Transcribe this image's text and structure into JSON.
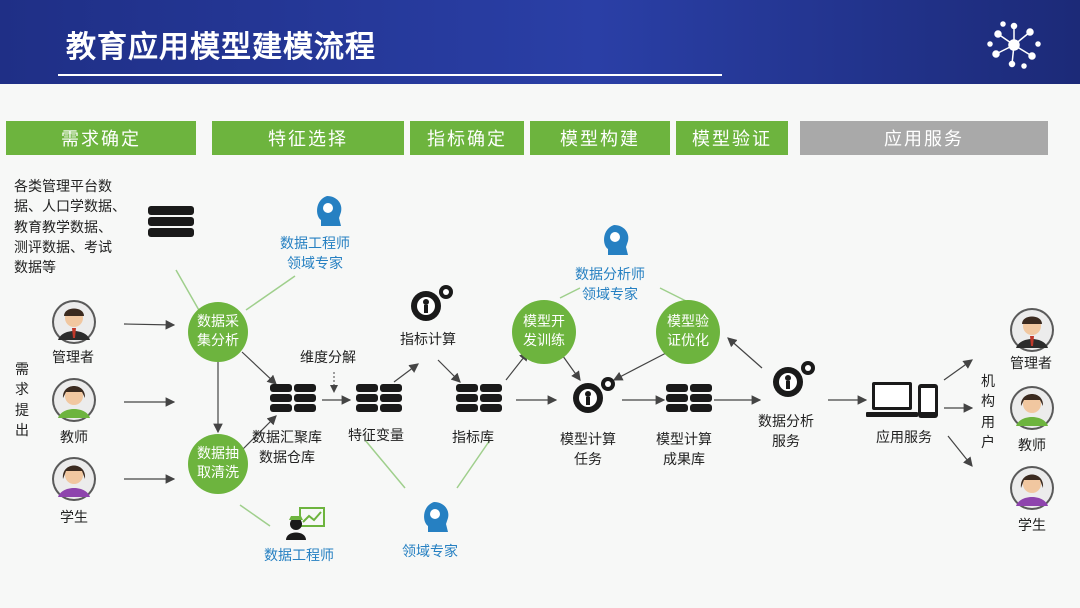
{
  "title": "教育应用模型建模流程",
  "stages": [
    "需求确定",
    "特征选择",
    "指标确定",
    "模型构建",
    "模型验证",
    "应用服务"
  ],
  "source_text_lines": [
    "各类管理平台数",
    "据、人口学数据、",
    "教育教学数据、",
    "测评数据、考试",
    "数据等"
  ],
  "demand_vertical": "需求提出",
  "left_roles": [
    "管理者",
    "教师",
    "学生"
  ],
  "right_roles": [
    "管理者",
    "教师",
    "学生"
  ],
  "users_vertical": "机构用户",
  "nodes": {
    "collect": [
      "数据采",
      "集分析"
    ],
    "clean": [
      "数据抽",
      "取清洗"
    ],
    "develop": [
      "模型开",
      "发训练"
    ],
    "verify": [
      "模型验",
      "证优化"
    ]
  },
  "experts": {
    "top": [
      "数据工程师",
      "领域专家"
    ],
    "analyst": [
      "数据分析师",
      "领域专家"
    ],
    "engineer": "数据工程师",
    "domain": "领域专家"
  },
  "labels": {
    "dimension": "维度分解",
    "indicator_calc": "指标计算",
    "warehouse": [
      "数据汇聚库",
      "数据仓库"
    ],
    "feature_var": "特征变量",
    "indicator_db": "指标库",
    "model_task": [
      "模型计算",
      "任务"
    ],
    "model_result": [
      "模型计算",
      "成果库"
    ],
    "analysis_service": [
      "数据分析",
      "服务"
    ],
    "app_service": "应用服务"
  },
  "colors": {
    "header": "#243494",
    "stage_green": "#6db43e",
    "stage_gray": "#a9a9a9",
    "node_green": "#6db43e",
    "expert_blue": "#2680c2",
    "line_green": "#9fcf8c",
    "arrow_dark": "#444444"
  },
  "icons": [
    "logo-icon",
    "database-icon",
    "gear-person-icon",
    "lightbulb-head-icon",
    "engineer-icon",
    "laptop-phone-icon",
    "manager-avatar-icon",
    "teacher-avatar-icon",
    "student-avatar-icon"
  ]
}
